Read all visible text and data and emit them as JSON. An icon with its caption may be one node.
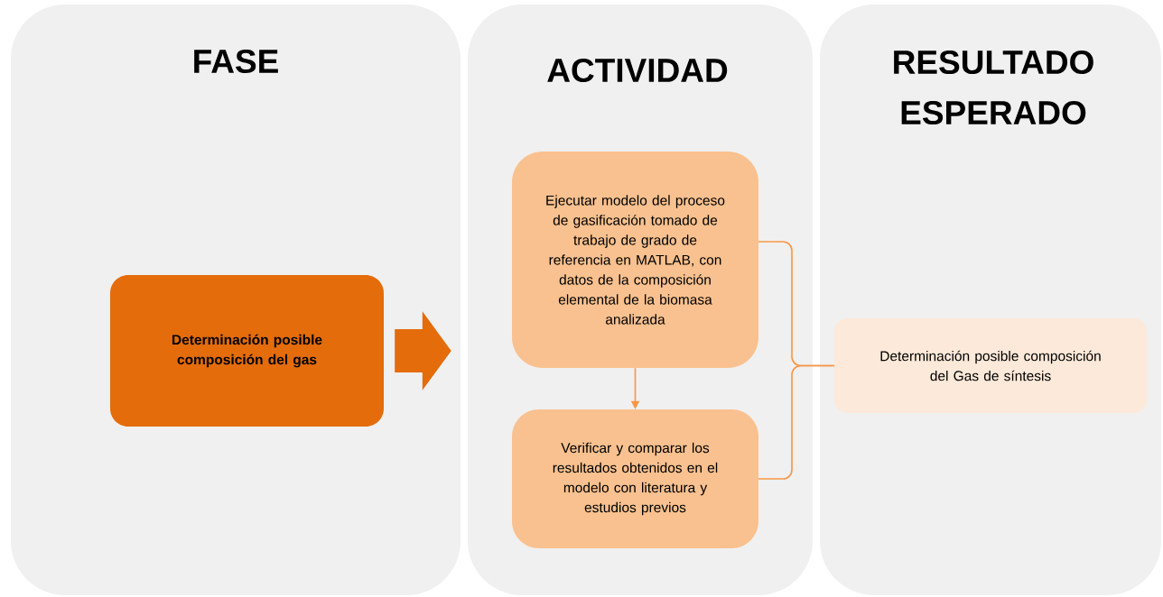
{
  "diagram": {
    "nodes": [
      {
        "text": [
          "FASE"
        ]
      },
      {
        "text": [
          "ACTIVIDAD"
        ]
      },
      {
        "text": [
          "RESULTADO ESPERADO"
        ]
      },
      {
        "text": [
          "Determinación posible composición del gas"
        ],
        "in": 0
      },
      {
        "text": [
          "Ejecutar modelo del proceso de gasificación tomado de trabajo de grado de referencia en MATLAB, con datos de la composición elemental de la biomasa analizada"
        ],
        "in": 1
      },
      {
        "text": [
          "Verificar y comparar los resultados obtenidos en el modelo con literatura y estudios previos"
        ],
        "in": 1
      },
      {
        "text": [
          "Determinación posible composición del Gas de síntesis"
        ],
        "in": 2
      }
    ],
    "edges": [
      {
        "from": 3,
        "to": 1,
        "arrow": "to",
        "style": "thick",
        "color": "#e46c0a"
      },
      {
        "from": 4,
        "to": 5,
        "arrow": "to"
      },
      {
        "from": 4,
        "to": 6,
        "arrow": "none"
      },
      {
        "from": 5,
        "to": 6,
        "arrow": "none"
      }
    ]
  }
}
